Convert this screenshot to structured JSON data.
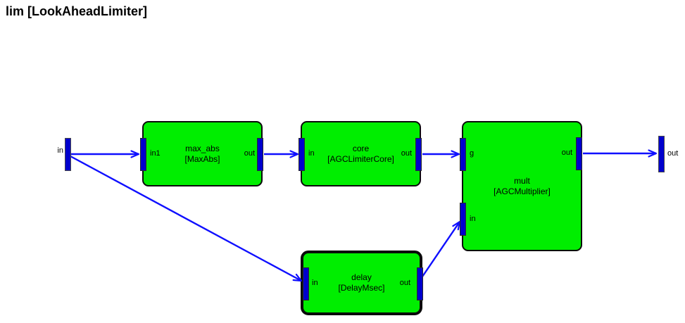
{
  "title": "lim [LookAheadLimiter]",
  "terminals": {
    "input_label": "in",
    "output_label": "out"
  },
  "blocks": [
    {
      "name": "max_abs",
      "type": "[MaxAbs]",
      "selected": false,
      "ports": {
        "in1": "in1",
        "out": "out"
      }
    },
    {
      "name": "core",
      "type": "[AGCLimiterCore]",
      "selected": false,
      "ports": {
        "in": "in",
        "out": "out"
      }
    },
    {
      "name": "mult",
      "type": "[AGCMultiplier]",
      "selected": false,
      "ports": {
        "g": "g",
        "in": "in",
        "out": "out"
      }
    },
    {
      "name": "delay",
      "type": "[DelayMsec]",
      "selected": true,
      "ports": {
        "in": "in",
        "out": "out"
      }
    }
  ],
  "connections": [
    {
      "from": "in",
      "to": "max_abs.in1"
    },
    {
      "from": "max_abs.out",
      "to": "core.in"
    },
    {
      "from": "core.out",
      "to": "mult.g"
    },
    {
      "from": "mult.out",
      "to": "out"
    },
    {
      "from": "in",
      "to": "delay.in"
    },
    {
      "from": "delay.out",
      "to": "mult.in"
    }
  ],
  "colors": {
    "block_fill": "#00ee00",
    "block_border": "#0a0a0a",
    "port_fill": "#0000cd",
    "wire": "#0f0fff",
    "background": "#ffffff",
    "text": "#000000"
  }
}
